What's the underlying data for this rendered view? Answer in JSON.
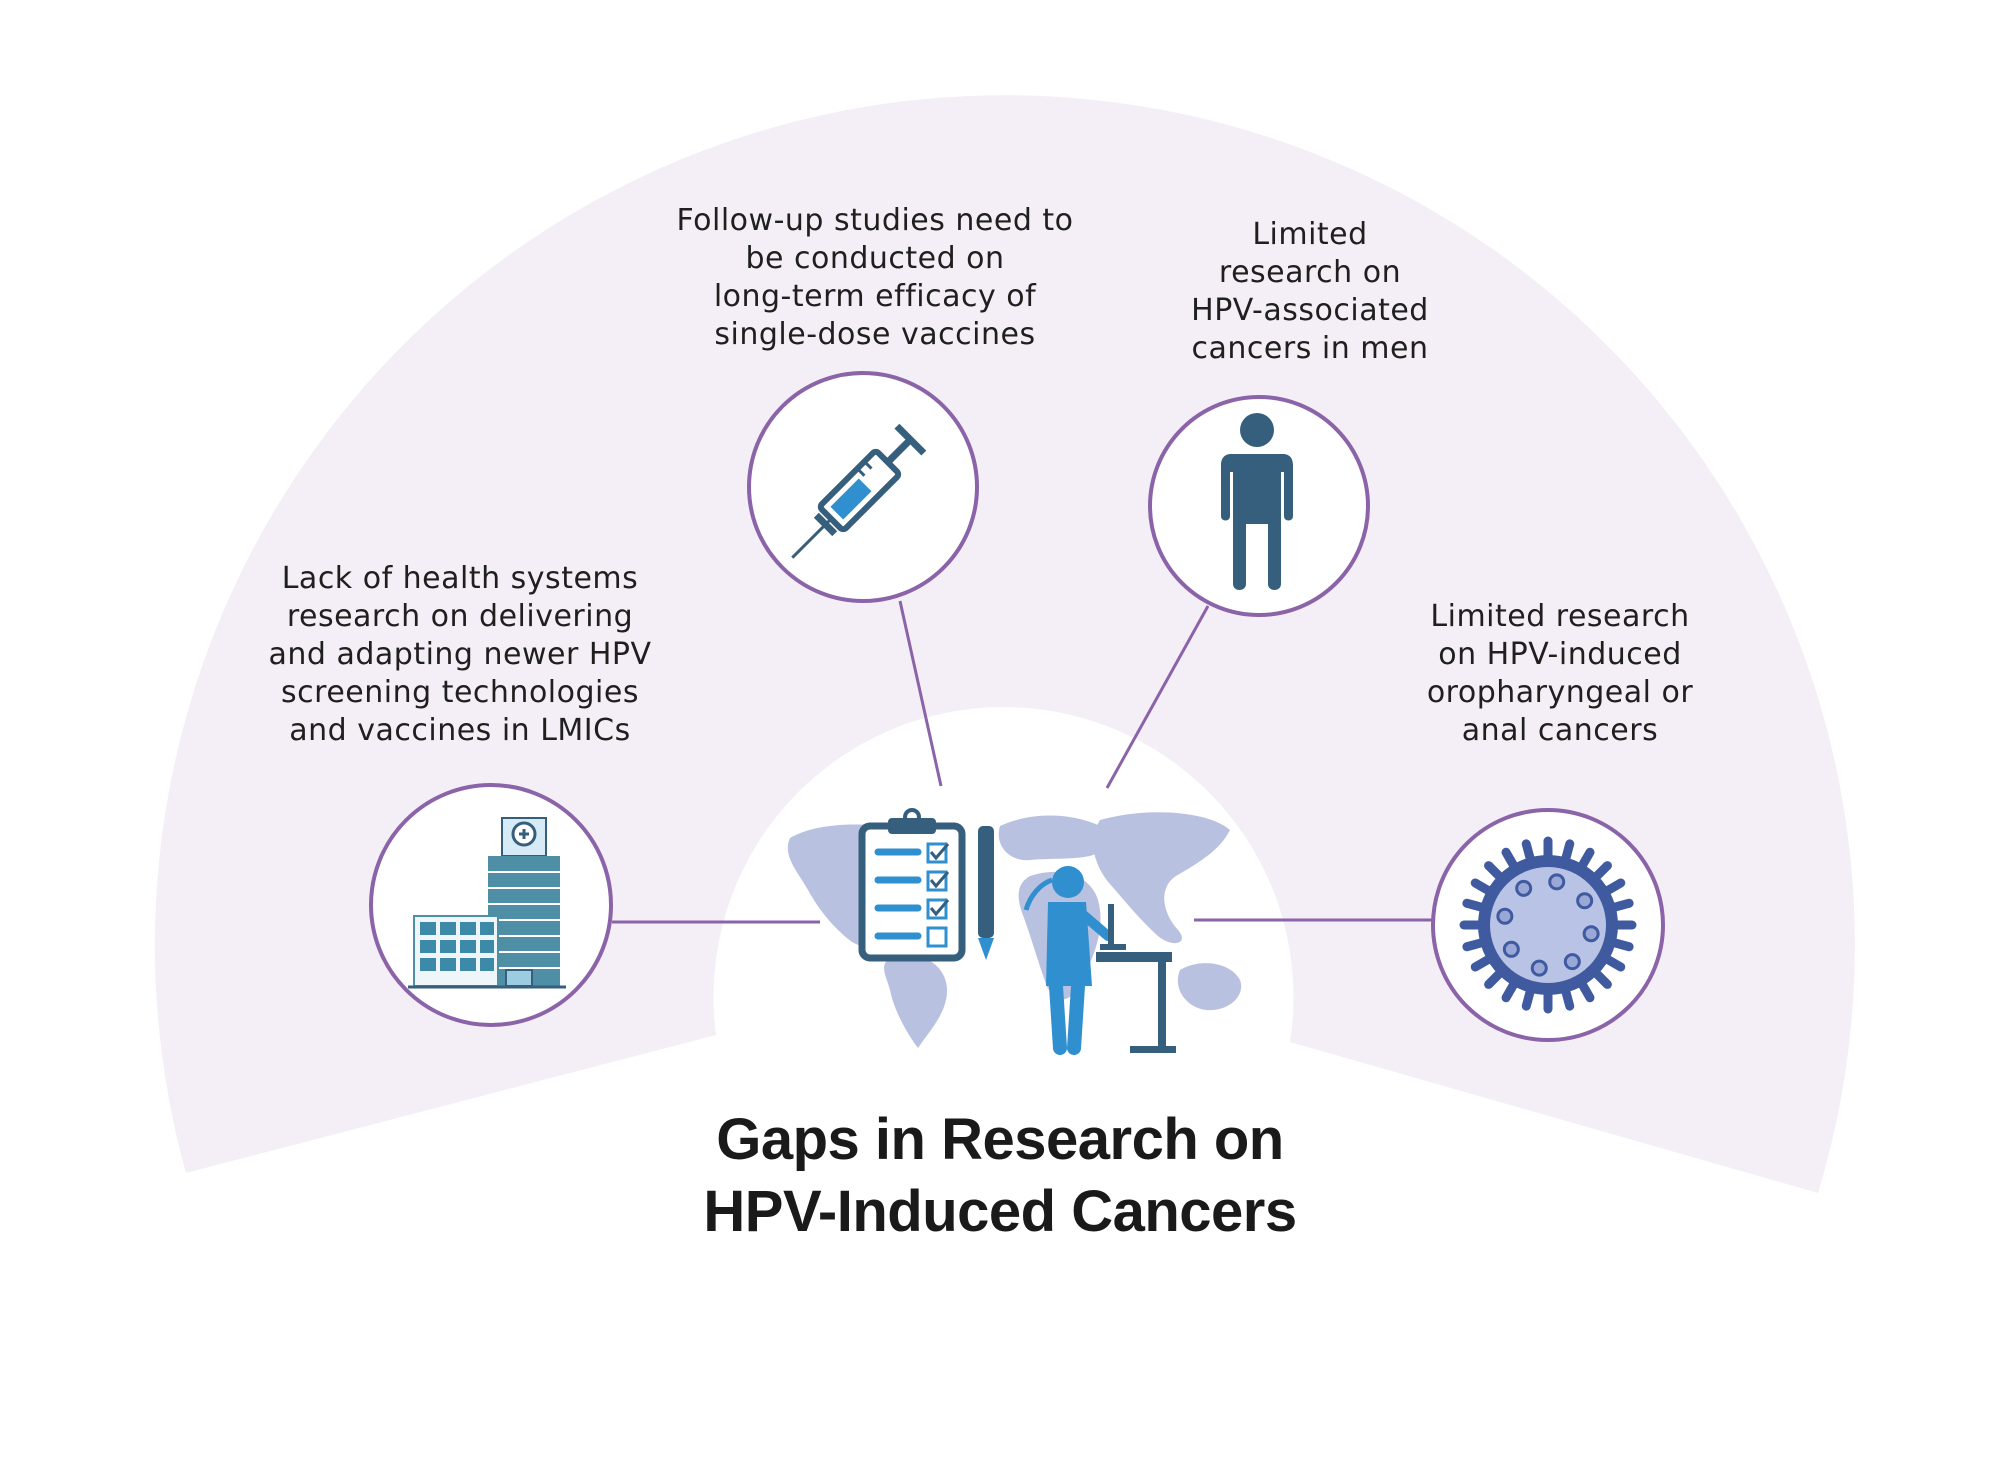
{
  "diagram": {
    "title_lines": [
      "Gaps in Research on",
      "HPV-Induced Cancers"
    ],
    "gaps": [
      {
        "id": "vaccine",
        "icon": "syringe-icon",
        "lines": [
          "Follow-up studies need to",
          "be conducted on",
          "long-term efficacy of",
          "single-dose vaccines"
        ]
      },
      {
        "id": "men",
        "icon": "man-icon",
        "lines": [
          "Limited",
          "research on",
          "HPV-associated",
          "cancers in men"
        ]
      },
      {
        "id": "lmic",
        "icon": "hospital-icon",
        "lines": [
          "Lack of health systems",
          "research on delivering",
          "and adapting newer HPV",
          "screening technologies",
          "and vaccines in LMICs"
        ]
      },
      {
        "id": "oropharyngeal",
        "icon": "virus-icon",
        "lines": [
          "Limited research",
          "on HPV-induced",
          "oropharyngeal or",
          "anal cancers"
        ]
      }
    ],
    "center_icons": [
      "world-map-icon",
      "checklist-icon",
      "pen-icon",
      "researcher-icon"
    ],
    "colors": {
      "background_arc": "#f4eff6",
      "circle_stroke": "#8a63a8",
      "connector": "#8a63a8",
      "icon_dark": "#355f7d",
      "icon_blue": "#2f8fcf",
      "virus_ring": "#3f5a9e",
      "virus_core": "#b8c3e6",
      "map_fill": "#b9c1e0"
    }
  }
}
